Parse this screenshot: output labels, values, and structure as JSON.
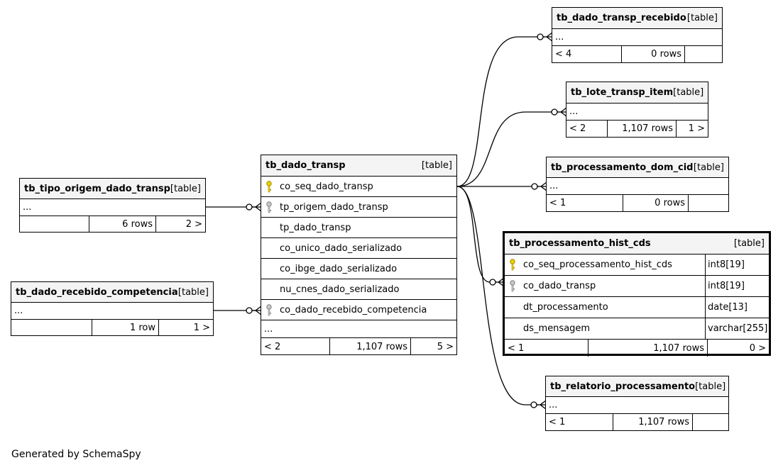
{
  "footer": {
    "generated_by": "Generated by SchemaSpy"
  },
  "tables": {
    "tipo_origem": {
      "name": "tb_tipo_origem_dado_transp",
      "type": "[table]",
      "ellipsis": "...",
      "foot": {
        "children": "",
        "rows": "6 rows",
        "parents": "2 >"
      }
    },
    "recebido_competencia": {
      "name": "tb_dado_recebido_competencia",
      "type": "[table]",
      "ellipsis": "...",
      "foot": {
        "children": "",
        "rows": "1 row",
        "parents": "1 >"
      }
    },
    "dado_transp": {
      "name": "tb_dado_transp",
      "type": "[table]",
      "columns": [
        {
          "name": "co_seq_dado_transp",
          "key": "primary"
        },
        {
          "name": "tp_origem_dado_transp",
          "key": "foreign"
        },
        {
          "name": "tp_dado_transp",
          "key": ""
        },
        {
          "name": "co_unico_dado_serializado",
          "key": ""
        },
        {
          "name": "co_ibge_dado_serializado",
          "key": ""
        },
        {
          "name": "nu_cnes_dado_serializado",
          "key": ""
        },
        {
          "name": "co_dado_recebido_competencia",
          "key": "foreign"
        }
      ],
      "ellipsis": "...",
      "foot": {
        "children": "< 2",
        "rows": "1,107 rows",
        "parents": "5 >"
      }
    },
    "transp_recebido": {
      "name": "tb_dado_transp_recebido",
      "type": "[table]",
      "ellipsis": "...",
      "foot": {
        "children": "< 4",
        "rows": "0 rows",
        "parents": ""
      }
    },
    "lote_transp_item": {
      "name": "tb_lote_transp_item",
      "type": "[table]",
      "ellipsis": "...",
      "foot": {
        "children": "< 2",
        "rows": "1,107 rows",
        "parents": "1 >"
      }
    },
    "processamento_dom_cid": {
      "name": "tb_processamento_dom_cid",
      "type": "[table]",
      "ellipsis": "...",
      "foot": {
        "children": "< 1",
        "rows": "0 rows",
        "parents": ""
      }
    },
    "processamento_hist_cds": {
      "name": "tb_processamento_hist_cds",
      "type": "[table]",
      "columns": [
        {
          "name": "co_seq_processamento_hist_cds",
          "key": "primary",
          "type": "int8[19]"
        },
        {
          "name": "co_dado_transp",
          "key": "foreign",
          "type": "int8[19]"
        },
        {
          "name": "dt_processamento",
          "key": "",
          "type": "date[13]"
        },
        {
          "name": "ds_mensagem",
          "key": "",
          "type": "varchar[255]"
        }
      ],
      "foot": {
        "children": "< 1",
        "rows": "1,107 rows",
        "parents": "0 >"
      }
    },
    "relatorio_processamento": {
      "name": "tb_relatorio_processamento",
      "type": "[table]",
      "ellipsis": "...",
      "foot": {
        "children": "< 1",
        "rows": "1,107 rows",
        "parents": ""
      }
    }
  },
  "icons": {
    "primary": "primary-key-icon",
    "foreign": "foreign-key-icon"
  },
  "colors": {
    "primary_key": "#f0d000",
    "foreign_key": "#a8a8a8",
    "header_bg": "#f4f4f4"
  }
}
